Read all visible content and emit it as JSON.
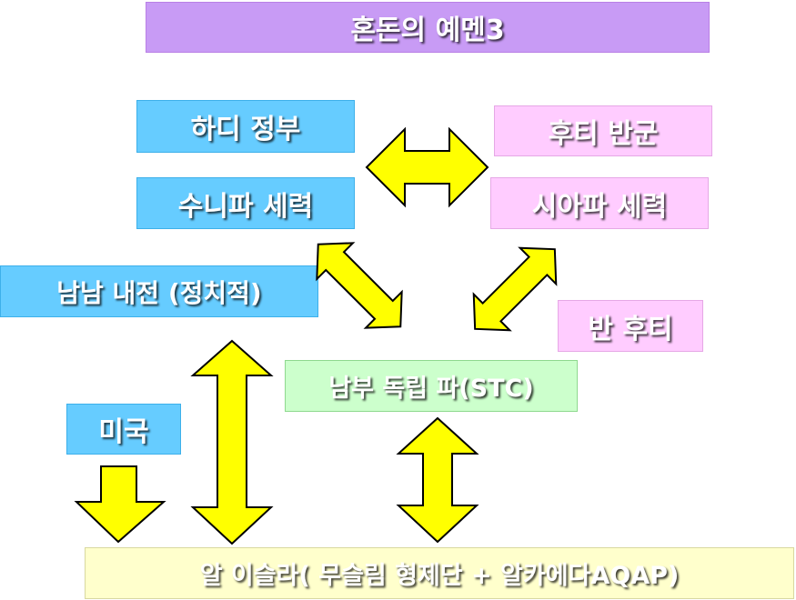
{
  "colors": {
    "title_bg": "#c89bf5",
    "government_bg": "#66ccff",
    "houthi_bg": "#ffccff",
    "stc_bg": "#ccffcc",
    "aq_bg": "#ffffcc",
    "arrow_fill": "#ffff00"
  },
  "title": "혼돈의 예멘3",
  "nodes": {
    "hadi_gov": "하디 정부",
    "sunni": "수니파 세력",
    "south_north_war": "남남 내전 (정치적)",
    "usa": "미국",
    "houthi": "후티 반군",
    "shia": "시아파 세력",
    "anti_houthi": "반 후티",
    "stc": "남부 독립 파(STC)",
    "al_islah": "알 이슬라( 무슬림 형제단 + 알카에다AQAP)"
  }
}
